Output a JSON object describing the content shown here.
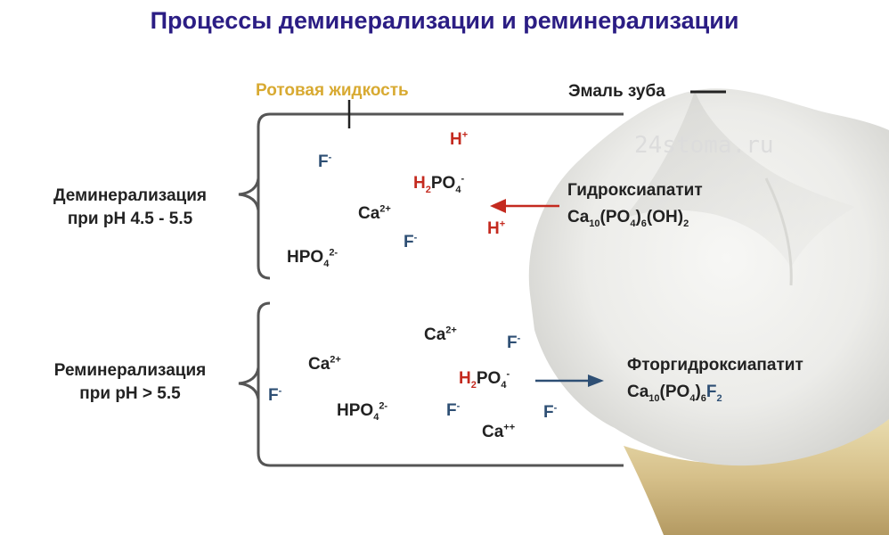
{
  "title": "Процессы деминерализации и реминерализации",
  "mouth_fluid_label": "Ротовая жидкость",
  "enamel_label": "Эмаль зуба",
  "watermark": "24stoma.ru",
  "demin": {
    "line1": "Деминерализация",
    "line2": "при  pH 4.5 - 5.5",
    "source": {
      "name": "Гидроксиапатит",
      "ca": "Ca",
      "ca_sub": "10",
      "po": "(PO",
      "po_sub": "4",
      "close": ")",
      "n6": "6",
      "oh": "(OH)",
      "oh_sub": "2"
    },
    "ions": {
      "h_top": "H",
      "h_top_sup": "+",
      "f_left": "F",
      "f_left_sup": "-",
      "h2": "H",
      "h2_sub": "2",
      "po4": "PO",
      "po4_sub": "4",
      "po4_sup": "-",
      "ca": "Ca",
      "ca_sup": "2+",
      "h_mid": "H",
      "h_mid_sup": "+",
      "f_mid": "F",
      "f_mid_sup": "-",
      "hpo": "HPO",
      "hpo_sub": "4",
      "hpo_sup": "2-"
    }
  },
  "remin": {
    "line1": "Реминерализация",
    "line2": "при  pH > 5.5",
    "product": {
      "name": "Фторгидроксиапатит",
      "ca": "Ca",
      "ca_sub": "10",
      "po": "(PO",
      "po_sub": "4",
      "close": ")",
      "n6": "6",
      "f": "F",
      "f_sub": "2"
    },
    "ions": {
      "ca_top": "Ca",
      "ca_top_sup": "2+",
      "f_top": "F",
      "f_top_sup": "-",
      "ca_left": "Ca",
      "ca_left_sup": "2+",
      "f_edge": "F",
      "f_edge_sup": "-",
      "h2": "H",
      "h2_sub": "2",
      "po4": "PO",
      "po4_sub": "4",
      "po4_sup": "-",
      "hpo": "HPO",
      "hpo_sub": "4",
      "hpo_sup": "2-",
      "f_low": "F",
      "f_low_sup": "-",
      "f_right": "F",
      "f_right_sup": "-",
      "ca_low": "Ca",
      "ca_low_sup": "++"
    }
  },
  "colors": {
    "title": "#2b1d84",
    "red_ion": "#c42a1f",
    "blue_ion": "#2e4f74",
    "mouth_label": "#d8aa32",
    "demin_arrow": "#c42a1f",
    "remin_arrow": "#2e4f74"
  }
}
